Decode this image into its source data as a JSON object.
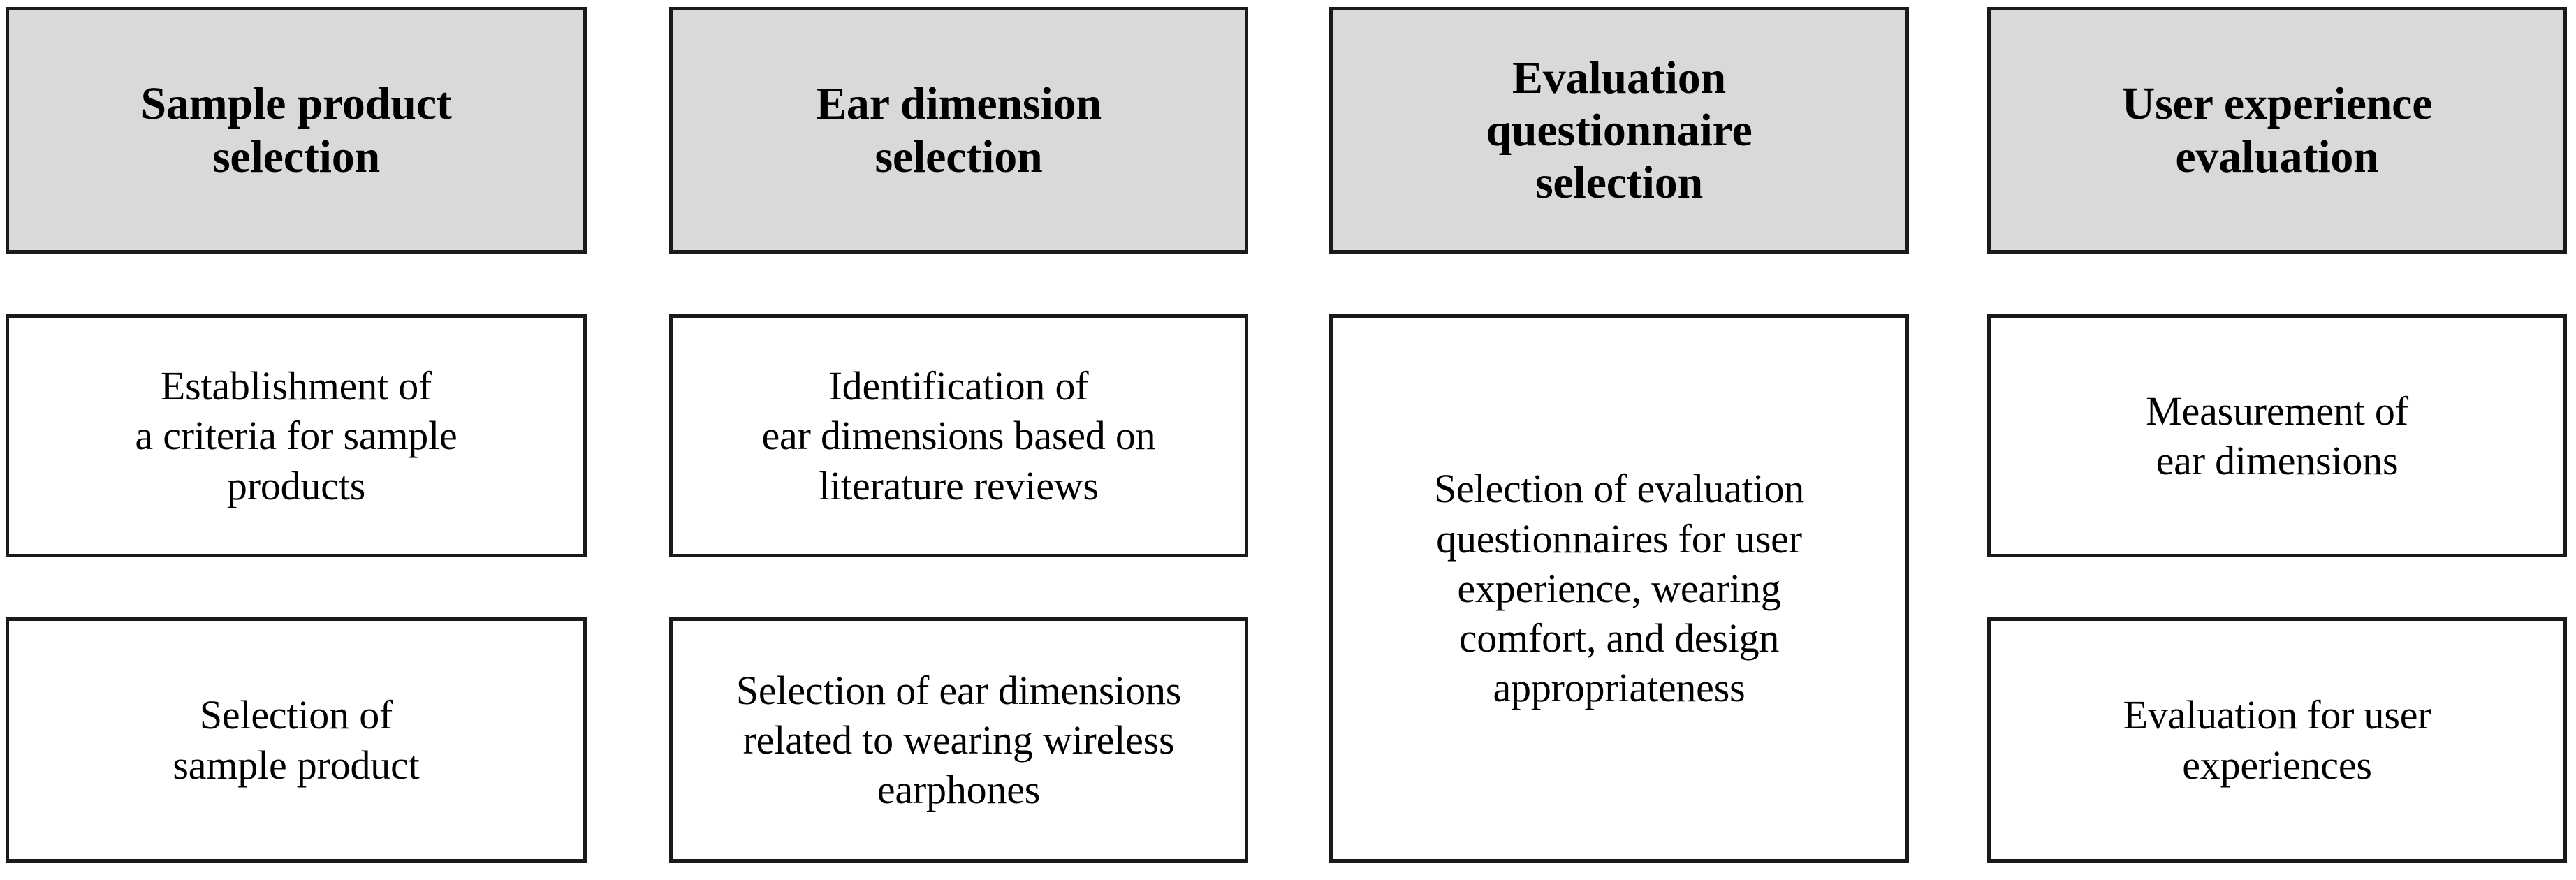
{
  "diagram": {
    "type": "process-flow",
    "columns": 4,
    "background_color": "#ffffff",
    "stage_fill_color": "#d9d9d9",
    "step_fill_color": "#ffffff",
    "border_color": "#1a1a1a",
    "text_color": "#000000"
  },
  "stages": [
    {
      "id": "sample-product-selection",
      "header": "Sample product\nselection",
      "steps": [
        {
          "id": "establish-criteria",
          "text": "Establishment of\na criteria for sample\nproducts"
        },
        {
          "id": "select-sample-product",
          "text": "Selection of\nsample product"
        }
      ]
    },
    {
      "id": "ear-dimension-selection",
      "header": "Ear dimension\nselection",
      "steps": [
        {
          "id": "identify-ear-dimensions",
          "text": "Identification of\near dimensions based on\nliterature reviews"
        },
        {
          "id": "select-ear-dimensions",
          "text": "Selection of ear dimensions\nrelated to wearing wireless\nearphones"
        }
      ]
    },
    {
      "id": "evaluation-questionnaire-selection",
      "header": "Evaluation\nquestionnaire\nselection",
      "steps": [
        {
          "id": "select-questionnaires",
          "text": "Selection of evaluation\nquestionnaires for user\nexperience, wearing\ncomfort, and design\nappropriateness"
        }
      ]
    },
    {
      "id": "user-experience-evaluation",
      "header": "User experience\nevaluation",
      "steps": [
        {
          "id": "measure-ear-dimensions",
          "text": "Measurement of\near dimensions"
        },
        {
          "id": "evaluate-user-experiences",
          "text": "Evaluation for user\nexperiences"
        }
      ]
    }
  ]
}
